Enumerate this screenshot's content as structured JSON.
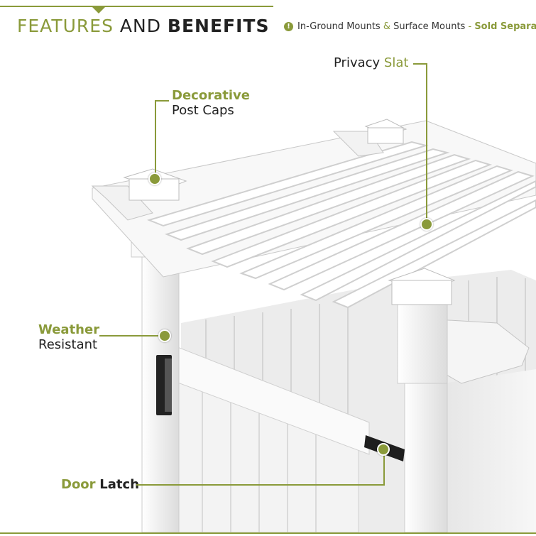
{
  "header": {
    "title_part1": "FEATURES",
    "title_part2": "AND",
    "title_part3": "BENEFITS",
    "note_icon": "exclamation-circle-icon",
    "note_text1": "In-Ground Mounts",
    "note_amp": "&",
    "note_text2": "Surface Mounts",
    "note_dash": "-",
    "note_text3": "Sold Separately"
  },
  "callouts": {
    "privacy_slat": {
      "word1": "Privacy",
      "word2": "Slat"
    },
    "post_caps": {
      "line1": "Decorative",
      "line2": "Post Caps"
    },
    "weather": {
      "line1": "Weather",
      "line2": "Resistant"
    },
    "door_latch": {
      "word1": "Door",
      "word2": "Latch"
    }
  },
  "colors": {
    "accent": "#8a9a3a",
    "text": "#222222"
  }
}
